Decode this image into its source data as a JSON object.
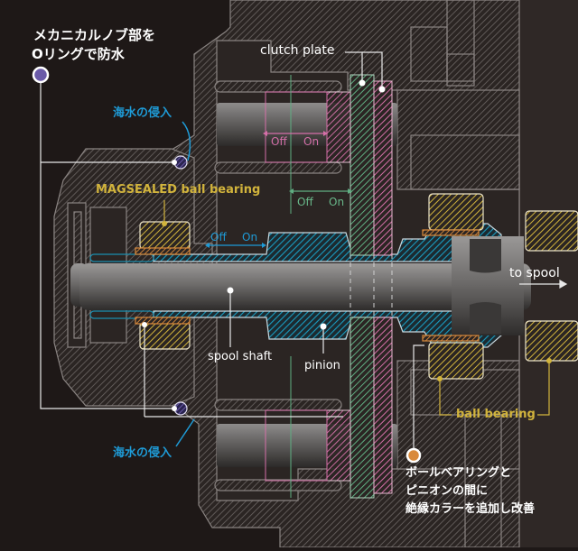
{
  "title": "Reel cross-section: MAGSEALED and seawater protection",
  "colors": {
    "background": "#1e1817",
    "housing": "#2f2826",
    "hatch": "#6c6664",
    "outline": "#8a8482",
    "seawater": "#1e9bd7",
    "magsealed": "#d2b43c",
    "clutch_green": "#69b88a",
    "clutch_pink": "#d56fa8",
    "pinion": "#1a8fb0",
    "collar": "#d98a3c",
    "oring_dot": "#6a5aa8"
  },
  "annotations": {
    "oring_note": [
      "メカニカルノブ部を",
      "Oリングで防水"
    ],
    "seawater_top": "海水の侵入",
    "seawater_bottom": "海水の侵入",
    "magsealed": "MAGSEALED ball bearing",
    "clutch_plate": "clutch plate",
    "spool_shaft": "spool shaft",
    "pinion": "pinion",
    "to_spool": "to spool",
    "ball_bearing": "ball bearing",
    "collar_note": [
      "ボールベアリングと",
      "ピニオンの間に",
      "絶縁カラーを追加し改善"
    ]
  },
  "switches": {
    "pink": {
      "off": "Off",
      "on": "On"
    },
    "green": {
      "off": "Off",
      "on": "On"
    },
    "blue": {
      "off": "Off",
      "on": "On"
    }
  }
}
